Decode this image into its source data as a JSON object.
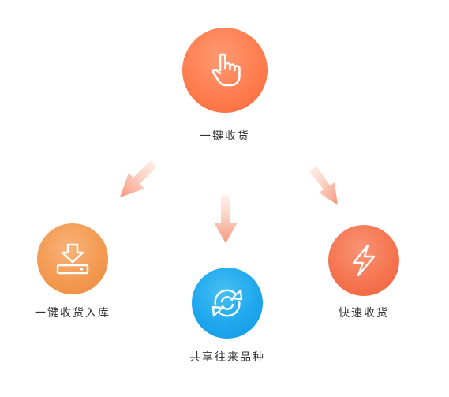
{
  "nodes": {
    "top": {
      "label": "一键收货",
      "icon": "hand-pointer-icon"
    },
    "left": {
      "label": "一键收货入库",
      "icon": "download-tray-icon"
    },
    "middle": {
      "label": "共享往来品种",
      "icon": "refresh-sync-icon"
    },
    "right": {
      "label": "快速收货",
      "icon": "lightning-bolt-icon"
    }
  },
  "colors": {
    "top": "#ff7d4f",
    "left": "#f39a52",
    "middle": "#1ea7ee",
    "right": "#f57550",
    "arrow": "#f7a48a"
  }
}
